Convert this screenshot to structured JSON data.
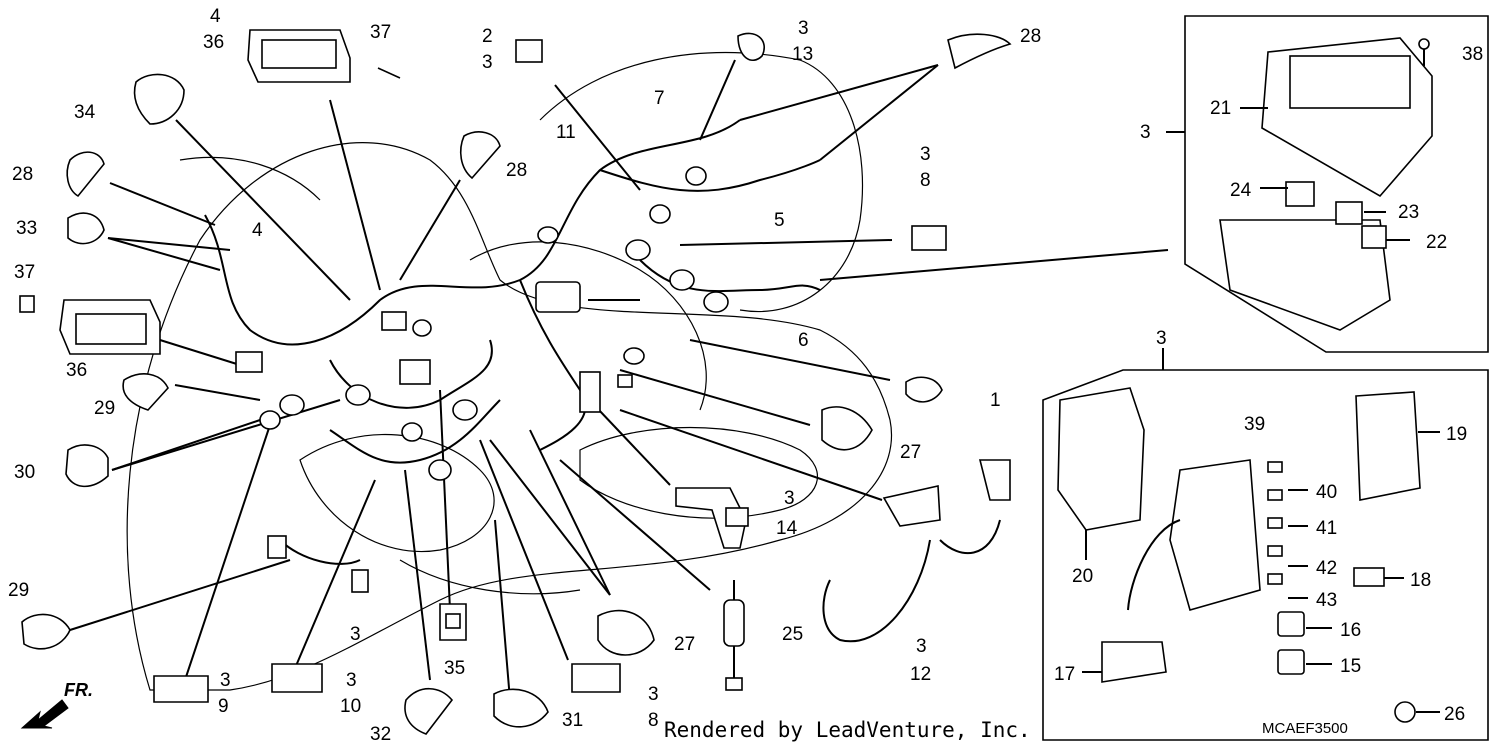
{
  "direction_label": "FR.",
  "footer_credit": "Rendered by LeadVenture, Inc.",
  "diagram_code": "MCAEF3500",
  "callouts": [
    {
      "id": "c4a",
      "text": "4"
    },
    {
      "id": "c36a",
      "text": "36"
    },
    {
      "id": "c37a",
      "text": "37"
    },
    {
      "id": "c2",
      "text": "2"
    },
    {
      "id": "c3a",
      "text": "3"
    },
    {
      "id": "c3b",
      "text": "3"
    },
    {
      "id": "c13",
      "text": "13"
    },
    {
      "id": "c28a",
      "text": "28"
    },
    {
      "id": "c38",
      "text": "38"
    },
    {
      "id": "c34",
      "text": "34"
    },
    {
      "id": "c7",
      "text": "7"
    },
    {
      "id": "c11",
      "text": "11"
    },
    {
      "id": "c21",
      "text": "21"
    },
    {
      "id": "c3c",
      "text": "3"
    },
    {
      "id": "c28b",
      "text": "28"
    },
    {
      "id": "c28c",
      "text": "28"
    },
    {
      "id": "c3d",
      "text": "3"
    },
    {
      "id": "c8a",
      "text": "8"
    },
    {
      "id": "c33",
      "text": "33"
    },
    {
      "id": "c4b",
      "text": "4"
    },
    {
      "id": "c5",
      "text": "5"
    },
    {
      "id": "c24",
      "text": "24"
    },
    {
      "id": "c23",
      "text": "23"
    },
    {
      "id": "c22",
      "text": "22"
    },
    {
      "id": "c37b",
      "text": "37"
    },
    {
      "id": "c6",
      "text": "6"
    },
    {
      "id": "c36b",
      "text": "36"
    },
    {
      "id": "c3e",
      "text": "3"
    },
    {
      "id": "c1",
      "text": "1"
    },
    {
      "id": "c29a",
      "text": "29"
    },
    {
      "id": "c19",
      "text": "19"
    },
    {
      "id": "c39",
      "text": "39"
    },
    {
      "id": "c27a",
      "text": "27"
    },
    {
      "id": "c30",
      "text": "30"
    },
    {
      "id": "c40",
      "text": "40"
    },
    {
      "id": "c3f",
      "text": "3"
    },
    {
      "id": "c14",
      "text": "14"
    },
    {
      "id": "c41",
      "text": "41"
    },
    {
      "id": "c20",
      "text": "20"
    },
    {
      "id": "c42",
      "text": "42"
    },
    {
      "id": "c18",
      "text": "18"
    },
    {
      "id": "c43",
      "text": "43"
    },
    {
      "id": "c29b",
      "text": "29"
    },
    {
      "id": "c3g",
      "text": "3"
    },
    {
      "id": "c25",
      "text": "25"
    },
    {
      "id": "c16",
      "text": "16"
    },
    {
      "id": "c27b",
      "text": "27"
    },
    {
      "id": "c3h",
      "text": "3"
    },
    {
      "id": "c12",
      "text": "12"
    },
    {
      "id": "c35",
      "text": "35"
    },
    {
      "id": "c15",
      "text": "15"
    },
    {
      "id": "c17",
      "text": "17"
    },
    {
      "id": "c3i",
      "text": "3"
    },
    {
      "id": "c9",
      "text": "9"
    },
    {
      "id": "c3j",
      "text": "3"
    },
    {
      "id": "c10",
      "text": "10"
    },
    {
      "id": "c3k",
      "text": "3"
    },
    {
      "id": "c8b",
      "text": "8"
    },
    {
      "id": "c32",
      "text": "32"
    },
    {
      "id": "c31",
      "text": "31"
    },
    {
      "id": "c26",
      "text": "26"
    }
  ]
}
